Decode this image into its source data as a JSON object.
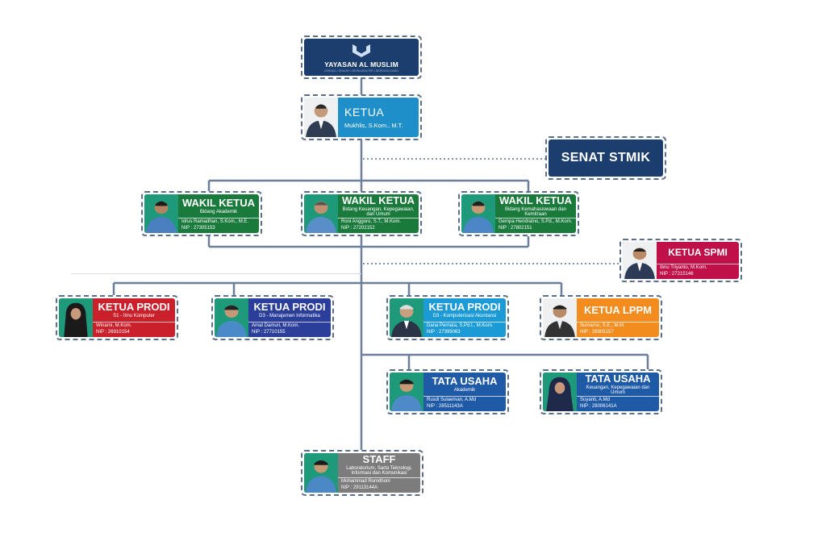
{
  "colors": {
    "navy": "#1c3e6e",
    "connector": "#6b7f98",
    "dotted": "#5b6f8a",
    "blue_light": "#1e8fc8",
    "green": "#1a7a3c",
    "red": "#c9202b",
    "indigo": "#2b3f9a",
    "teal": "#1b9ad6",
    "orange": "#f28c1e",
    "royal": "#1f5aa6",
    "crimson": "#c0104a",
    "gray": "#7c7c7c"
  },
  "org": {
    "logo": {
      "title": "YAYASAN AL MUSLIM",
      "subtitle": "CERDAS • SHALEH • BERKARAKTER • BERDAYA SAING"
    },
    "senat": {
      "label": "SENAT STMIK"
    },
    "ketua": {
      "role": "KETUA",
      "sub": "Mukhlis, S.Kom., M.T."
    },
    "wakil": [
      {
        "role": "WAKIL KETUA",
        "sub": "Bidang Akademik",
        "name": "Idrus Ramadhan, S.Kom., M.E.",
        "nip": "NIP : 27305153"
      },
      {
        "role": "WAKIL KETUA",
        "sub": "Bidang Keuangan, Kepegawaian, dan Umum",
        "name": "Roni Anggoro, S.T., M.Kom.",
        "nip": "NIP : 27202152"
      },
      {
        "role": "WAKIL KETUA",
        "sub": "Bidang Kemahasiswaan dan Kemitraan",
        "name": "Gempa Hendratno, S.Pd., M.Kom.",
        "nip": "NIP : 27802151"
      }
    ],
    "spmi": {
      "role": "KETUA SPMI",
      "name": "Ibnu Triyanto, M.Kom.",
      "nip": "NIP : 27215146"
    },
    "prodi": [
      {
        "role": "KETUA PRODI",
        "sub": "S1 - Ilmu Komputer",
        "name": "Winarni, M.Kom.",
        "nip": "NIP : 26910154"
      },
      {
        "role": "KETUA PRODI",
        "sub": "D3 - Manajemen Informatika",
        "name": "Amat Damuri, M.Kom.",
        "nip": "NIP : 27710155"
      },
      {
        "role": "KETUA PRODI",
        "sub": "D3 - Komputerisasi Akuntansi",
        "name": "Dana Pernata, S.Pd.I., M.Kom.",
        "nip": "NIP : 27399063"
      }
    ],
    "lppm": {
      "role": "KETUA LPPM",
      "name": "Sumarno, S.E., M.M.",
      "nip": "NIP : 26905157"
    },
    "tu": [
      {
        "role": "TATA USAHA",
        "sub": "Akademik",
        "name": "Rusdi Sulaeman, A.Md",
        "nip": "NIP : 28511143A"
      },
      {
        "role": "TATA USAHA",
        "sub": "Keuangan, Kepegawaian dan Umum",
        "name": "Suyanti, A.Md",
        "nip": "NIP : 28006141A"
      }
    ],
    "staff": {
      "role": "STAFF",
      "sub": "Laboratorium, Sarta Teknologi, Informasi dan Komunikasi",
      "name": "Mohammad Romdhoni",
      "nip": "NIP : 29113144A"
    }
  }
}
